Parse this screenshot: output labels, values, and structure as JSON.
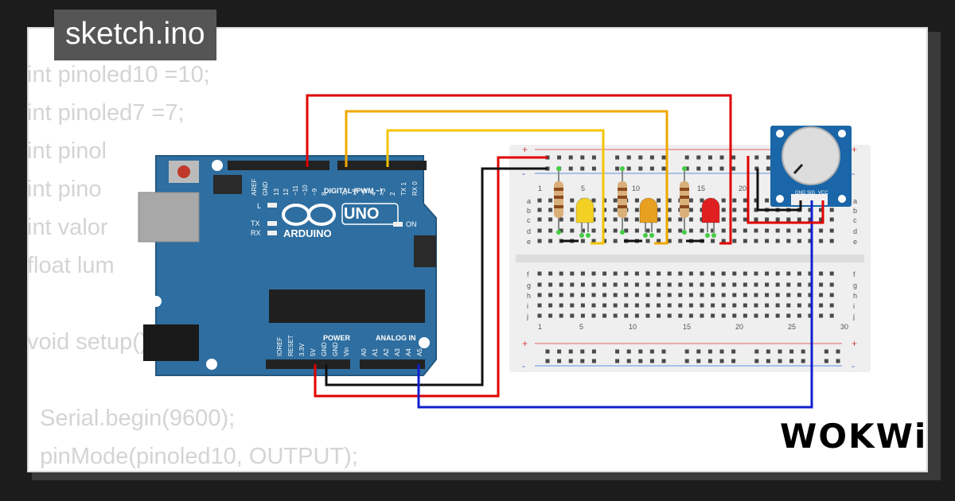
{
  "tab_title": "sketch.ino",
  "code_lines": [
    "int pinoled10 =10;",
    "int pinoled7 =7;",
    "int pinol",
    "int pino",
    "int valor",
    "float lum",
    "",
    "void setup() {",
    "",
    "  Serial.begin(9600);",
    "  pinMode(pinoled10, OUTPUT);"
  ],
  "arduino": {
    "brand": "ARDUINO",
    "model": "UNO",
    "digital_label": "DIGITAL (PWM ~)",
    "power_label": "POWER",
    "analog_label": "ANALOG IN",
    "on_label": "ON",
    "l_label": "L",
    "tx_label": "TX",
    "rx_label": "RX",
    "top_pins": [
      "AREF",
      "GND",
      "13",
      "12",
      "~11",
      "~10",
      "~9",
      "8",
      "7",
      "~6",
      "~5",
      "4",
      "~3",
      "2",
      "TX 1",
      "RX 0"
    ],
    "power_pins": [
      "IOREF",
      "RESET",
      "3.3V",
      "5V",
      "GND",
      "GND",
      "Vin"
    ],
    "analog_pins": [
      "A0",
      "A1",
      "A2",
      "A3",
      "A4",
      "A5"
    ]
  },
  "breadboard": {
    "row_labels_top": [
      "a",
      "b",
      "c",
      "d",
      "e"
    ],
    "row_labels_bottom": [
      "f",
      "g",
      "h",
      "i",
      "j"
    ],
    "col_numbers_top": [
      "1",
      "5",
      "10",
      "15",
      "20"
    ],
    "col_numbers_bottom": [
      "1",
      "5",
      "10",
      "15",
      "20",
      "25",
      "30"
    ],
    "plus": "+",
    "minus": "-"
  },
  "potentiometer": {
    "pins": [
      "GND",
      "SIG",
      "VCC"
    ]
  },
  "leds": [
    {
      "color_name": "yellow",
      "color": "#f2d024"
    },
    {
      "color_name": "orange",
      "color": "#e8a020"
    },
    {
      "color_name": "red",
      "color": "#e02020"
    }
  ],
  "wires": {
    "red": "#e00000",
    "orange": "#f0a800",
    "yellow": "#f5c400",
    "black": "#111111",
    "blue": "#1020d0"
  },
  "logo": "WOKWi"
}
